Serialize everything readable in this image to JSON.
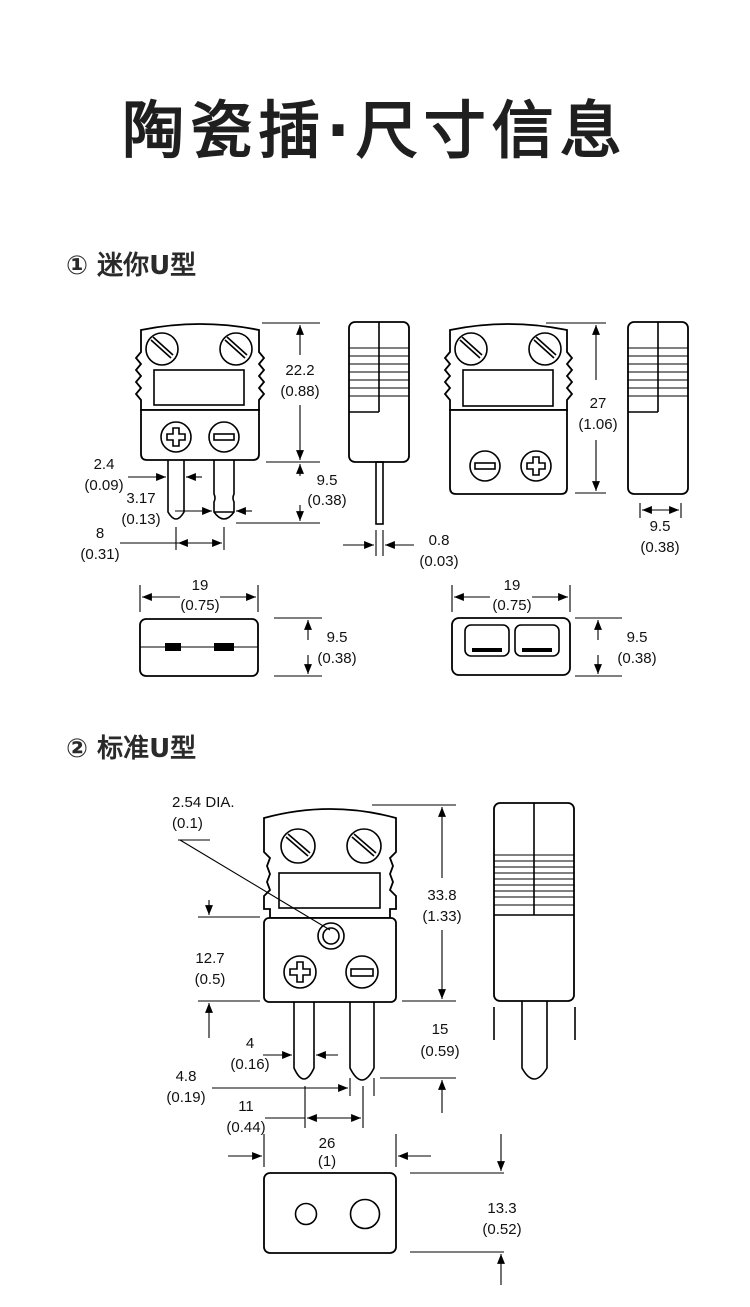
{
  "page_title": "陶瓷插·尺寸信息",
  "sections": [
    {
      "title": "① 迷你U型",
      "dimensions": {
        "height_top": {
          "mm": "22.2",
          "in": "(0.88)"
        },
        "pin_length": {
          "mm": "9.5",
          "in": "(0.38)"
        },
        "pin_small_dia": {
          "mm": "2.4",
          "in": "(0.09)"
        },
        "pin_large_dia": {
          "mm": "3.17",
          "in": "(0.13)"
        },
        "pin_spacing": {
          "mm": "8",
          "in": "(0.31)"
        },
        "pin_thickness": {
          "mm": "0.8",
          "in": "(0.03)"
        },
        "socket_height": {
          "mm": "27",
          "in": "(1.06)"
        },
        "socket_depth": {
          "mm": "9.5",
          "in": "(0.38)"
        },
        "plug_face_width": {
          "mm": "19",
          "in": "(0.75)"
        },
        "plug_face_height": {
          "mm": "9.5",
          "in": "(0.38)"
        },
        "socket_face_width": {
          "mm": "19",
          "in": "(0.75)"
        },
        "socket_face_height": {
          "mm": "9.5",
          "in": "(0.38)"
        }
      }
    },
    {
      "title": "② 标准U型",
      "dimensions": {
        "hole_dia": {
          "mm": "2.54 DIA.",
          "in": "(0.1)"
        },
        "total_height": {
          "mm": "33.8",
          "in": "(1.33)"
        },
        "lower_body": {
          "mm": "12.7",
          "in": "(0.5)"
        },
        "pin_dia_small": {
          "mm": "4",
          "in": "(0.16)"
        },
        "pin_dia_large": {
          "mm": "4.8",
          "in": "(0.19)"
        },
        "pin_spacing": {
          "mm": "11",
          "in": "(0.44)"
        },
        "pin_length": {
          "mm": "15",
          "in": "(0.59)"
        },
        "face_width": {
          "mm": "26",
          "in": "(1)"
        },
        "face_height": {
          "mm": "13.3",
          "in": "(0.52)"
        }
      }
    }
  ]
}
